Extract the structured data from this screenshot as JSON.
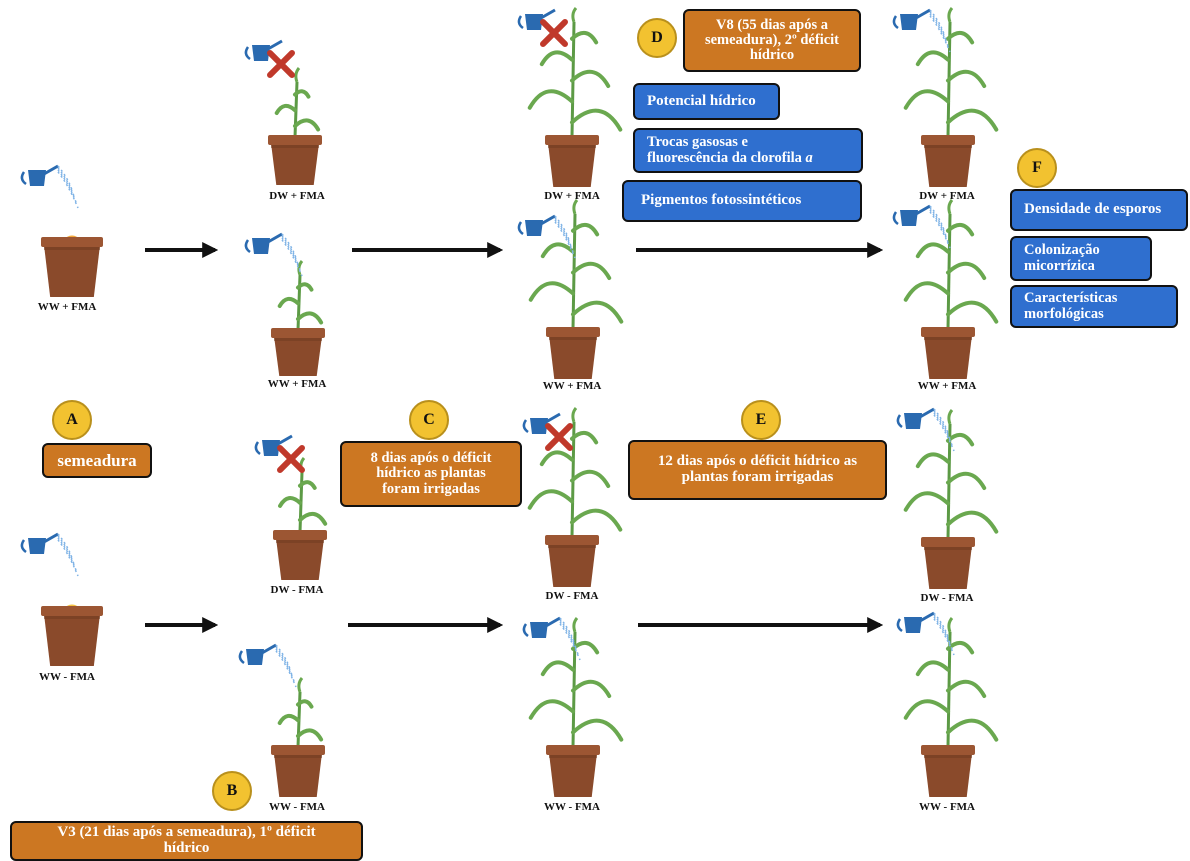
{
  "colors": {
    "step_box": "#cc7722",
    "measure_box": "#2f6fcf",
    "badge": "#f2c230",
    "pot": "#8a4a2b",
    "leaf": "#6aa84f",
    "can": "#2a6ab0",
    "cross": "#c0392b",
    "arrow": "#111111"
  },
  "badges": {
    "a": "A",
    "b": "B",
    "c": "C",
    "d": "D",
    "e": "E",
    "f": "F"
  },
  "steps": {
    "a": "semeadura",
    "b_line1": "V3 (21 dias após a semeadura), 1º déficit",
    "b_line2": "hídrico",
    "c_line1": "8 dias após o déficit",
    "c_line2": "hídrico as plantas",
    "c_line3": "foram irrigadas",
    "d_line1": "V8 (55 dias após a",
    "d_line2": "semeadura), 2º déficit",
    "d_line3": "hídrico",
    "e_line1": "12 dias após o déficit hídrico as",
    "e_line2": "plantas foram irrigadas"
  },
  "measurements_d": {
    "potencial": "Potencial hídrico",
    "trocas_line1": "Trocas gasosas e",
    "trocas_line2": "fluorescência da clorofila ",
    "trocas_italic": "a",
    "pigmentos": "Pigmentos fotossintéticos"
  },
  "measurements_f": {
    "densidade": "Densidade de esporos",
    "colonizacao_line1": "Colonização",
    "colonizacao_line2": "micorrízica",
    "caracteristicas_line1": "Características",
    "caracteristicas_line2": "morfológicas"
  },
  "treatments": {
    "ww_plus": "WW + FMA",
    "dw_plus": "DW + FMA",
    "ww_minus": "WW - FMA",
    "dw_minus": "DW - FMA"
  }
}
